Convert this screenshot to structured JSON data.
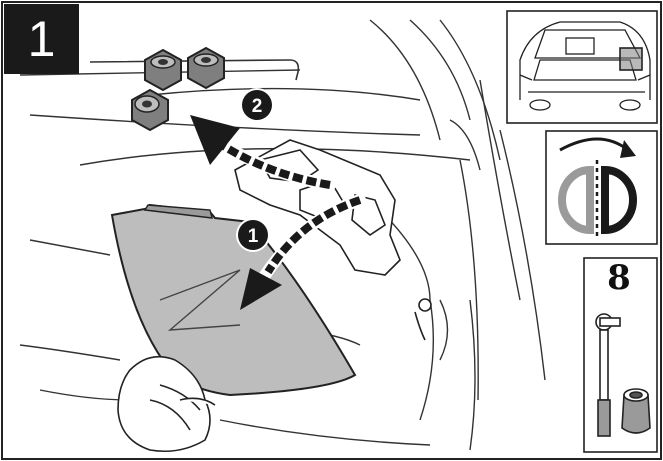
{
  "step": {
    "number": "1"
  },
  "callouts": [
    {
      "label": "2"
    },
    {
      "label": "1"
    }
  ],
  "tool": {
    "size": "8",
    "icon": "socket-wrench-icon"
  },
  "icons": {
    "vehicle": "car-trunk-location-icon",
    "rotate": "rotate-half-turn-icon",
    "hardware": "hex-nut-icon",
    "cover": "trim-cover-panel-icon"
  },
  "colors": {
    "ink": "#1a1a1a",
    "panel": "#bdbdbd",
    "paper": "#ffffff"
  }
}
